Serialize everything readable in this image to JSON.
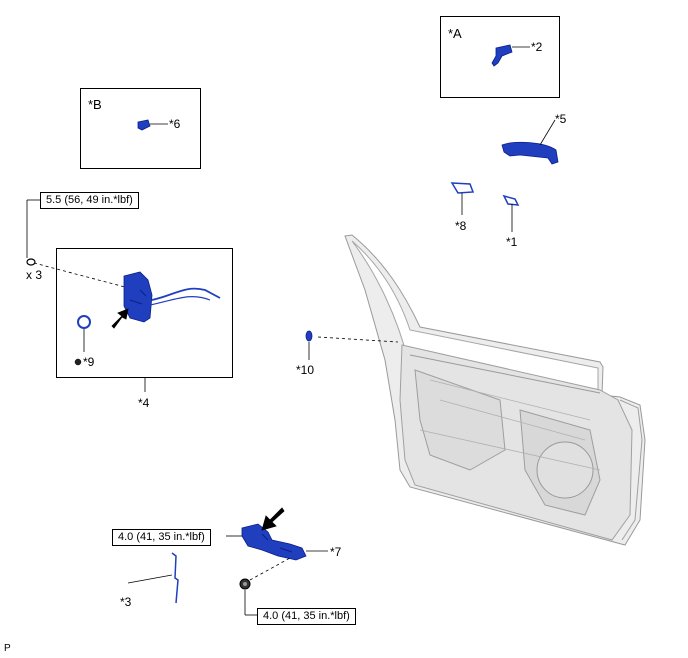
{
  "inset_a": {
    "label": "*A",
    "callout": "*2"
  },
  "inset_b": {
    "label": "*B",
    "callout": "*6"
  },
  "callouts": {
    "c1": "*1",
    "c3": "*3",
    "c4": "*4",
    "c5": "*5",
    "c7": "*7",
    "c8": "*8",
    "c9": "*9",
    "c10": "*10"
  },
  "torques": {
    "screws": "5.5 (56, 49 in.*lbf)",
    "lock_bolt": "4.0 (41, 35 in.*lbf)",
    "bracket_bolt": "4.0 (41, 35 in.*lbf)"
  },
  "qty": "x 3",
  "footer_code": "P",
  "colors": {
    "part": "#1f3fbf",
    "part_dark": "#0a1f8a",
    "door": "#e6e6e6",
    "door_line": "#9a9a9a"
  }
}
